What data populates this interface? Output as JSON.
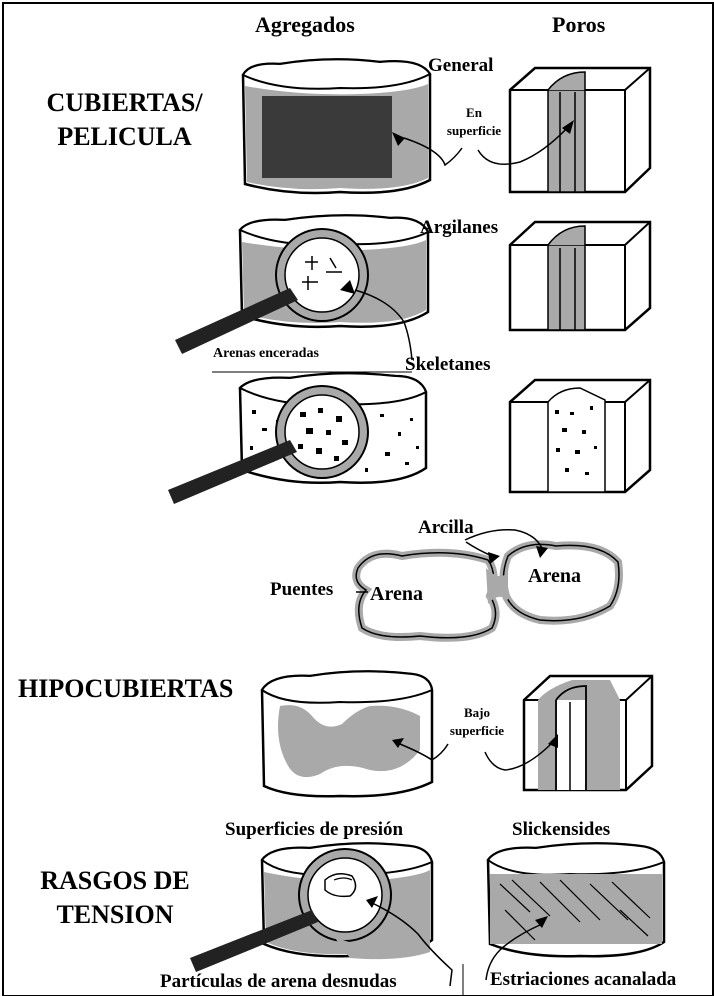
{
  "headers": {
    "aggregates": "Agregados",
    "pores": "Poros"
  },
  "sections": {
    "coatings": "CUBIERTAS/\nPELICULA",
    "hypocoatings": "HIPOCUBIERTAS",
    "stress": "RASGOS DE\nTENSION"
  },
  "labels": {
    "general": "General",
    "en_superficie": "En\nsuperficie",
    "argilanes": "Argilanes",
    "arenas_enceradas": "Arenas enceradas",
    "skeletanes": "Skeletanes",
    "arcilla": "Arcilla",
    "puentes": "Puentes",
    "arena_left": "Arena",
    "arena_right": "Arena",
    "bajo_superficie": "Bajo\nsuperficie",
    "superficies_presion": "Superficies de presión",
    "slickensides": "Slickensides",
    "particulas_arena": "Partículas de arena desnudas",
    "estriaciones": "Estriaciones acanalada"
  },
  "colors": {
    "gray": "#a9a9a9",
    "dark": "#3a3a3a",
    "ink": "#000000"
  }
}
